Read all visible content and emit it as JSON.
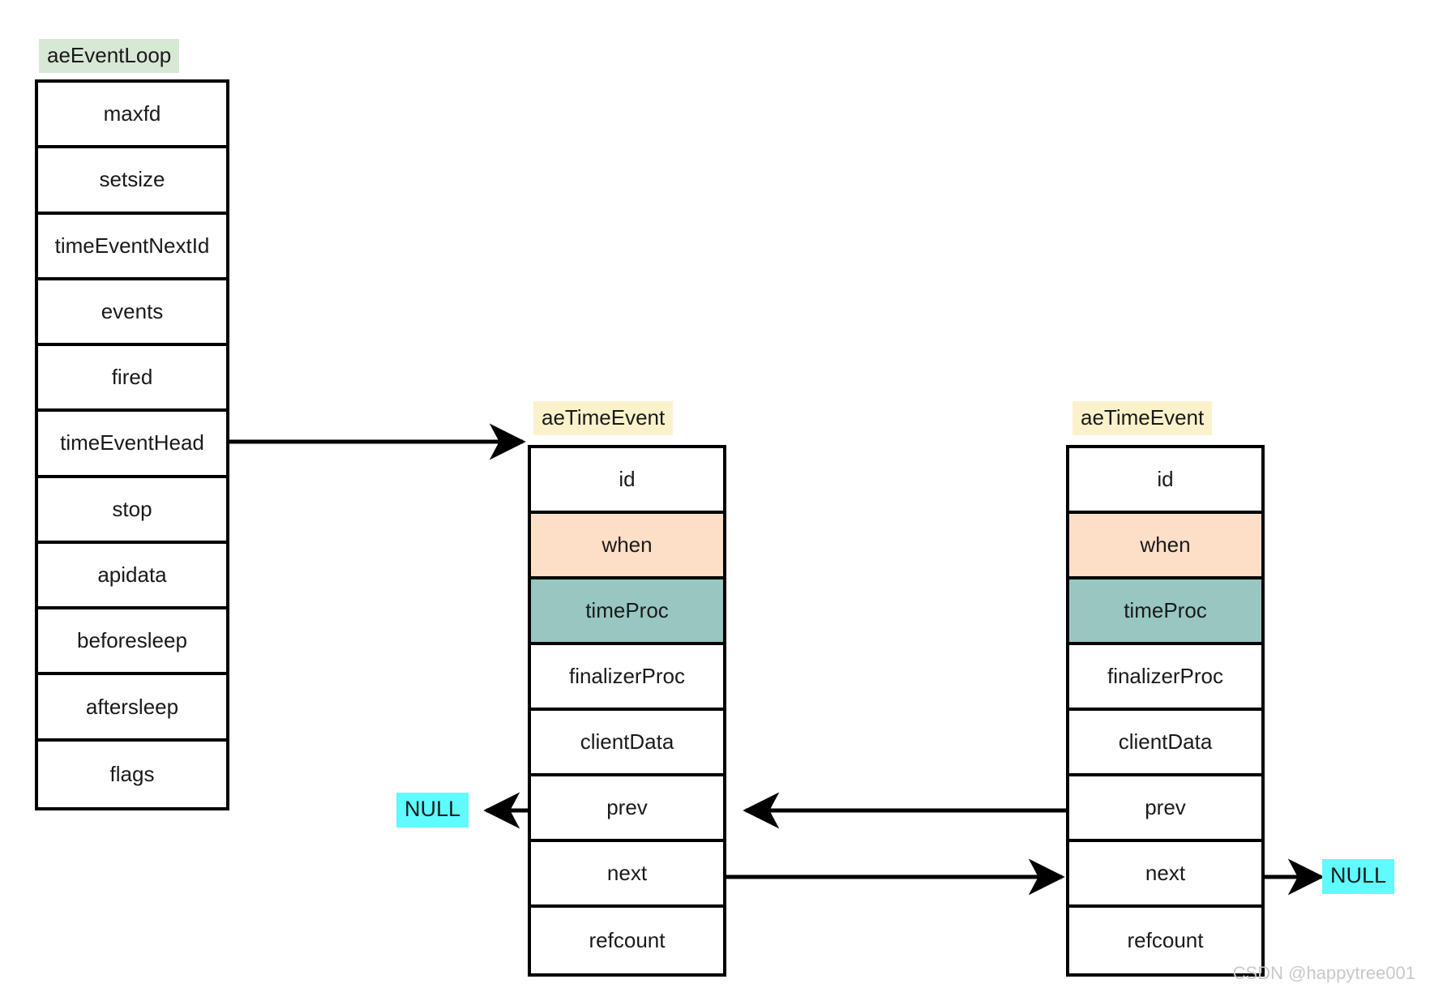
{
  "diagram": {
    "title_chips": {
      "event_loop": "aeEventLoop",
      "time_event_1": "aeTimeEvent",
      "time_event_2": "aeTimeEvent"
    },
    "event_loop_struct": {
      "name": "aeEventLoop",
      "fields": [
        {
          "label": "maxfd",
          "fill": "white"
        },
        {
          "label": "setsize",
          "fill": "white"
        },
        {
          "label": "timeEventNextId",
          "fill": "white"
        },
        {
          "label": "events",
          "fill": "white"
        },
        {
          "label": "fired",
          "fill": "white"
        },
        {
          "label": "timeEventHead",
          "fill": "white"
        },
        {
          "label": "stop",
          "fill": "white"
        },
        {
          "label": "apidata",
          "fill": "white"
        },
        {
          "label": "beforesleep",
          "fill": "white"
        },
        {
          "label": "aftersleep",
          "fill": "white"
        },
        {
          "label": "flags",
          "fill": "white"
        }
      ]
    },
    "time_event_struct_1": {
      "name": "aeTimeEvent",
      "fields": [
        {
          "label": "id",
          "fill": "white"
        },
        {
          "label": "when",
          "fill": "peach"
        },
        {
          "label": "timeProc",
          "fill": "teal"
        },
        {
          "label": "finalizerProc",
          "fill": "white"
        },
        {
          "label": "clientData",
          "fill": "white"
        },
        {
          "label": "prev",
          "fill": "white"
        },
        {
          "label": "next",
          "fill": "white"
        },
        {
          "label": "refcount",
          "fill": "white"
        }
      ]
    },
    "time_event_struct_2": {
      "name": "aeTimeEvent",
      "fields": [
        {
          "label": "id",
          "fill": "white"
        },
        {
          "label": "when",
          "fill": "peach"
        },
        {
          "label": "timeProc",
          "fill": "teal"
        },
        {
          "label": "finalizerProc",
          "fill": "white"
        },
        {
          "label": "clientData",
          "fill": "white"
        },
        {
          "label": "prev",
          "fill": "white"
        },
        {
          "label": "next",
          "fill": "white"
        },
        {
          "label": "refcount",
          "fill": "white"
        }
      ]
    },
    "null_labels": {
      "left": "NULL",
      "right": "NULL"
    },
    "watermark": "CSDN @happytree001",
    "colors": {
      "chip_green": "#d7e8d4",
      "chip_yellow": "#fbf2cc",
      "row_peach": "#fcdfc6",
      "row_teal": "#98c7c2",
      "null_cyan": "#5ffbff",
      "stroke": "#000000",
      "watermark": "#c9c9c9"
    }
  }
}
